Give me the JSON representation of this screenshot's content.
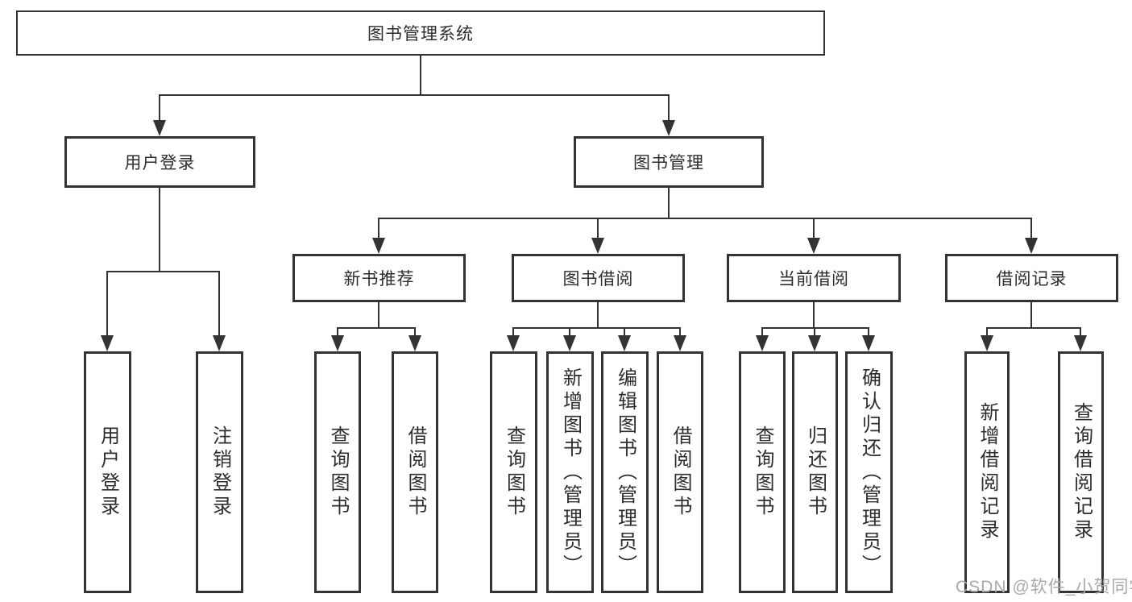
{
  "tree": {
    "label": "图书管理系统",
    "children": [
      {
        "label": "用户登录",
        "children": [
          {
            "label": "用户登录"
          },
          {
            "label": "注销登录"
          }
        ]
      },
      {
        "label": "图书管理",
        "children": [
          {
            "label": "新书推荐",
            "children": [
              {
                "label": "查询图书"
              },
              {
                "label": "借阅图书"
              }
            ]
          },
          {
            "label": "图书借阅",
            "children": [
              {
                "label": "查询图书"
              },
              {
                "label": "新增图书（管理员）"
              },
              {
                "label": "编辑图书（管理员）"
              },
              {
                "label": "借阅图书"
              }
            ]
          },
          {
            "label": "当前借阅",
            "children": [
              {
                "label": "查询图书"
              },
              {
                "label": "归还图书"
              },
              {
                "label": "确认归还（管理员）"
              }
            ]
          },
          {
            "label": "借阅记录",
            "children": [
              {
                "label": "新增借阅记录"
              },
              {
                "label": "查询借阅记录"
              }
            ]
          }
        ]
      }
    ]
  },
  "watermark": "CSDN @软件_小贺同学",
  "colors": {
    "line": "#333333",
    "box_border": "#333333",
    "text": "#2d2d2d",
    "background": "#ffffff",
    "watermark": "#a9a9a9"
  }
}
